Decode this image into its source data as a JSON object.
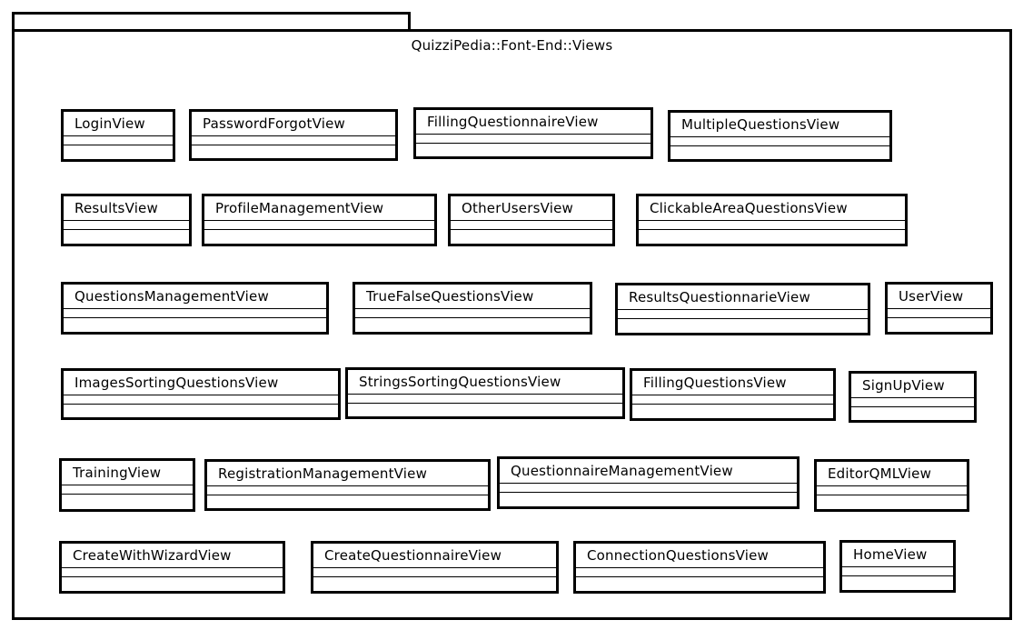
{
  "package": {
    "title": "QuizziPedia::Font-End::Views"
  },
  "classes": [
    {
      "name": "LoginView"
    },
    {
      "name": "PasswordForgotView"
    },
    {
      "name": "FillingQuestionnaireView"
    },
    {
      "name": "MultipleQuestionsView"
    },
    {
      "name": "ResultsView"
    },
    {
      "name": "ProfileManagementView"
    },
    {
      "name": "OtherUsersView"
    },
    {
      "name": "ClickableAreaQuestionsView"
    },
    {
      "name": "QuestionsManagementView"
    },
    {
      "name": "TrueFalseQuestionsView"
    },
    {
      "name": "ResultsQuestionnarieView"
    },
    {
      "name": "UserView"
    },
    {
      "name": "ImagesSortingQuestionsView"
    },
    {
      "name": "StringsSortingQuestionsView"
    },
    {
      "name": "FillingQuestionsView"
    },
    {
      "name": "SignUpView"
    },
    {
      "name": "TrainingView"
    },
    {
      "name": "RegistrationManagementView"
    },
    {
      "name": "QuestionnaireManagementView"
    },
    {
      "name": "EditorQMLView"
    },
    {
      "name": "CreateWithWizardView"
    },
    {
      "name": "CreateQuestionnaireView"
    },
    {
      "name": "ConnectionQuestionsView"
    },
    {
      "name": "HomeView"
    }
  ]
}
